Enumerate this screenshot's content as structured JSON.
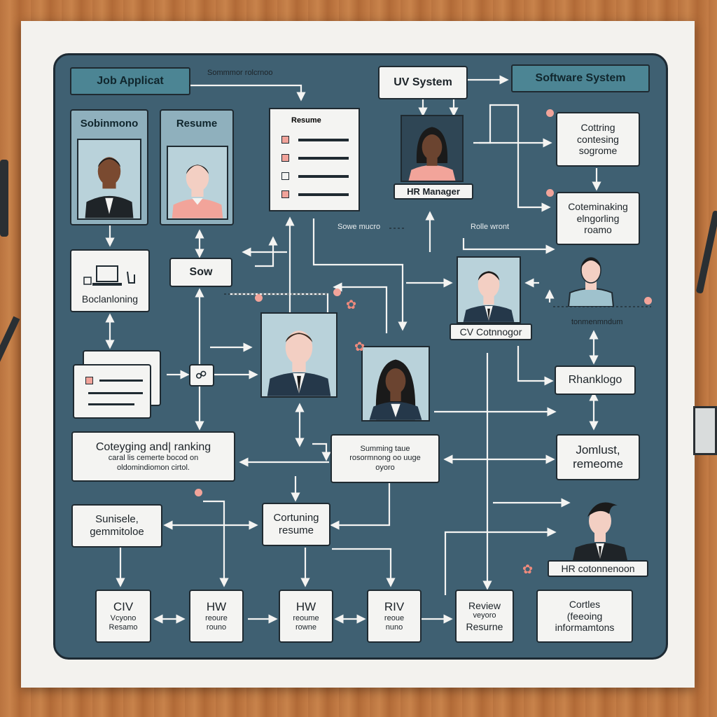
{
  "header": {
    "job_applicant": "Job Applicat",
    "cv_system": "UV System",
    "software_system": "Software System",
    "top_note": "Sommmor rolcrnoo"
  },
  "cards": {
    "submission": "Sobinmono",
    "resume": "Resume"
  },
  "document": {
    "title": "Resume"
  },
  "hr_manager": "HR Manager",
  "notes": {
    "sowe_mucro": "Sowe mucro",
    "rolle_wront": "Rolle wront",
    "tommendum": "tonmenmndum"
  },
  "nodes": {
    "bookmarking": "Boclanloning",
    "sow": "Sow",
    "contacting_screening": [
      "Cottring",
      "contesing",
      "sogrome"
    ],
    "customizing_resume": [
      "Coteminaking",
      "elngorling",
      "roamo"
    ],
    "cv_composer": "CV Cotnnogor",
    "ranking": "Rhanklogo",
    "categorizing": [
      "Coteyging and| ranking",
      "caral lis cemerte bocod on",
      "oldomindiomon cirtol."
    ],
    "summarizing": [
      "Summing taue",
      "rosormnong oo uuge",
      "oyoro"
    ],
    "journal_resume": [
      "Jomlust,",
      "remeome"
    ],
    "summary": [
      "Sunisele,",
      "gemmitoloe"
    ],
    "continuing_resume": [
      "Cortuning",
      "resume"
    ],
    "hr_recommendation": "HR cotonnenoon",
    "cv_resume": [
      "CIV",
      "Vcyono",
      "Resamo"
    ],
    "hw1": [
      "HW",
      "reoure",
      "rouno"
    ],
    "hw2": [
      "HW",
      "reoume",
      "rowne"
    ],
    "rcv": [
      "RIV",
      "reoue",
      "nuno"
    ],
    "review": [
      "Review",
      "veyoro",
      "Resurne"
    ],
    "cortes": [
      "Cortles",
      "(feeoing",
      "informamtons"
    ]
  },
  "colors": {
    "panel": "#3f6072",
    "box": "#f4f4f2",
    "teal_header": "#4c8594",
    "accent_pink": "#f2a49a",
    "wire": "#f4f4f2"
  }
}
